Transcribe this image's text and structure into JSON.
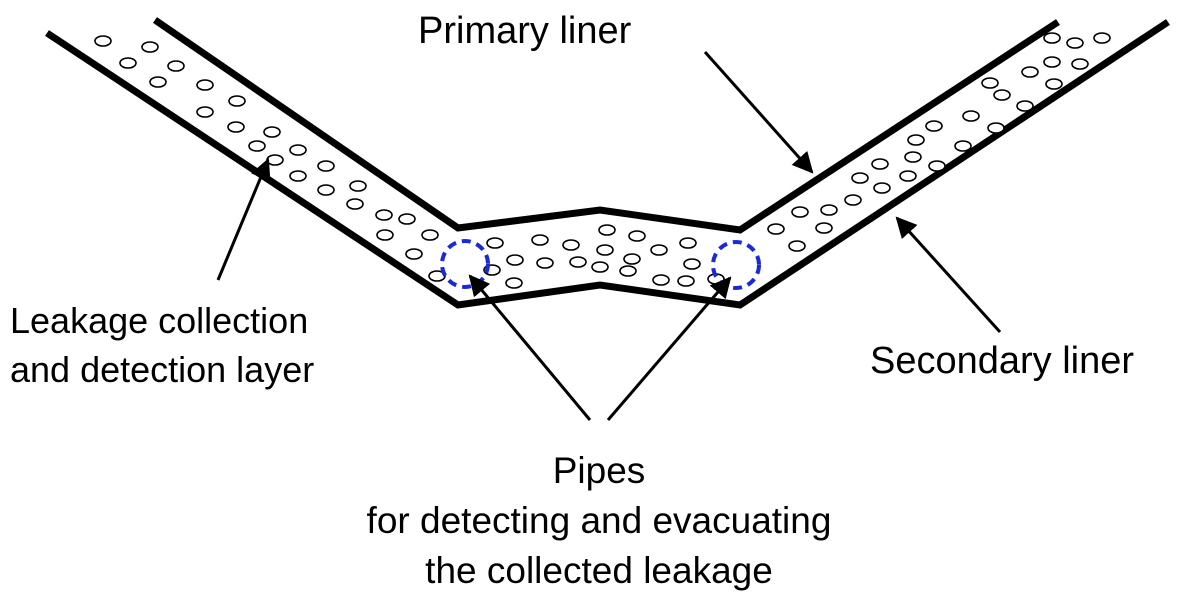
{
  "labels": {
    "primary_liner": "Primary liner",
    "secondary_liner": "Secondary liner",
    "leakage_line1": "Leakage collection",
    "leakage_line2": "and detection layer",
    "pipes_line1": "Pipes",
    "pipes_line2": "for detecting and evacuating",
    "pipes_line3": "the collected leakage"
  },
  "colors": {
    "liner": "#000000",
    "pipe_marker": "#1a2ad6",
    "background": "#ffffff"
  }
}
